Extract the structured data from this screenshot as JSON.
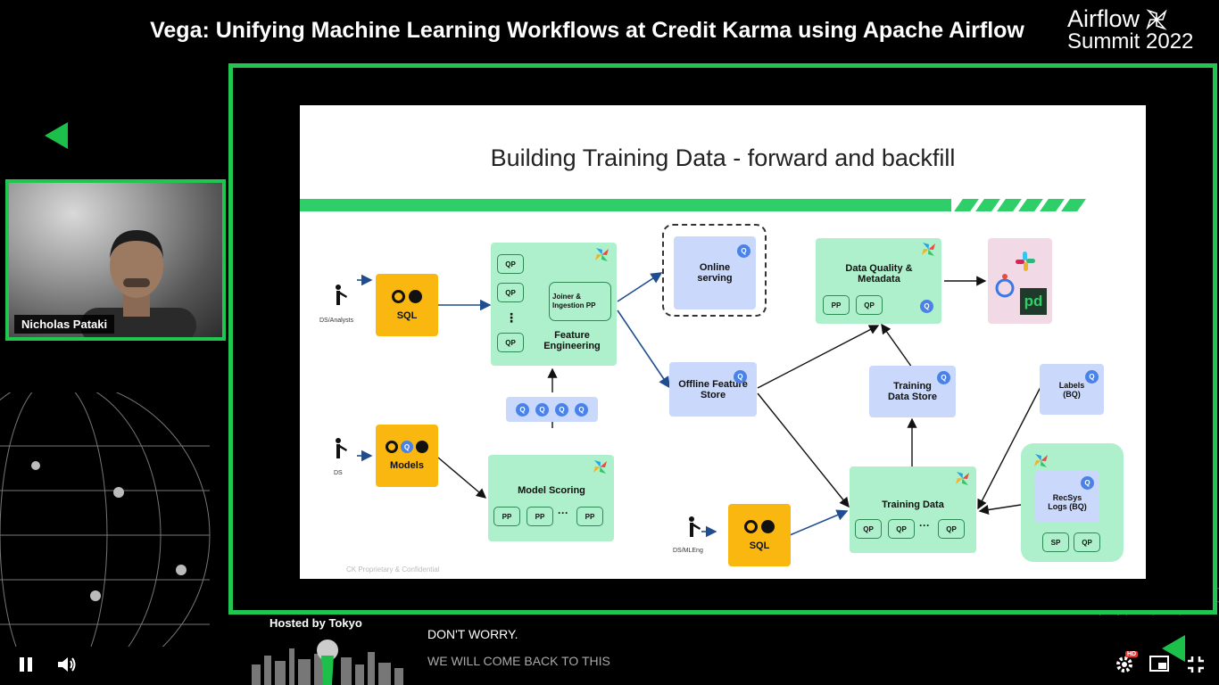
{
  "video": {
    "title": "Vega: Unifying Machine Learning Workflows at Credit Karma using Apache Airflow",
    "logo_line1": "Airflow",
    "logo_line2": "Summit 2022",
    "speaker_name": "Nicholas Pataki",
    "hosted_by": "Hosted by Tokyo",
    "caption_line1": "DON'T WORRY.",
    "caption_line2": "WE WILL COME BACK TO THIS",
    "hd_badge": "HD",
    "accent_color": "#21c651"
  },
  "slide": {
    "title": "Building Training Data - forward and backfill",
    "footnote": "CK Proprietary & Confidential",
    "actors": {
      "top": "DS/Analysts",
      "middle": "DS",
      "bottom": "DS/MLEng"
    },
    "sql_top": "SQL",
    "models": "Models",
    "sql_bottom": "SQL",
    "feature_eng_label": "Feature Engineering",
    "joiner_label": "Joiner & Ingestion PP",
    "qp": "QP",
    "pp": "PP",
    "sp": "SP",
    "ellipsis_v": "⋮",
    "ellipsis_h": "···",
    "bq_mark": "Q",
    "model_scoring": "Model Scoring",
    "online_serving": "Online serving",
    "offline_store": "Offline Feature Store",
    "data_quality": "Data Quality & Metadata",
    "training_store": "Training Data Store",
    "training_data": "Training Data",
    "labels": "Labels (BQ)",
    "recsys": "RecSys Logs (BQ)",
    "pd_logo": "pd"
  },
  "icons": [
    "pause-icon",
    "volume-icon",
    "settings-icon",
    "miniplayer-icon",
    "fullscreen-exit-icon",
    "airflow-pinwheel-icon",
    "bigquery-icon",
    "slack-icon",
    "pagerduty-icon",
    "github-icon"
  ]
}
